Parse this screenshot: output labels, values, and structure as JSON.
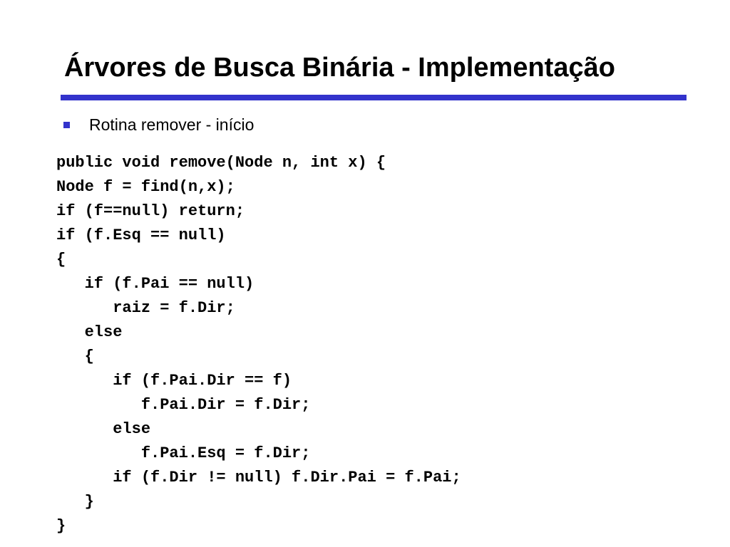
{
  "slide": {
    "title": "Árvores de Busca Binária - Implementação",
    "bullet": "Rotina remover - início",
    "accent_color": "#3333cc",
    "code_lines": [
      "public void remove(Node n, int x) {",
      "Node f = find(n,x);",
      "if (f==null) return;",
      "if (f.Esq == null)",
      "{",
      "   if (f.Pai == null)",
      "      raiz = f.Dir;",
      "   else",
      "   {",
      "      if (f.Pai.Dir == f)",
      "         f.Pai.Dir = f.Dir;",
      "      else",
      "         f.Pai.Esq = f.Dir;",
      "      if (f.Dir != null) f.Dir.Pai = f.Pai;",
      "   }",
      "}"
    ]
  }
}
